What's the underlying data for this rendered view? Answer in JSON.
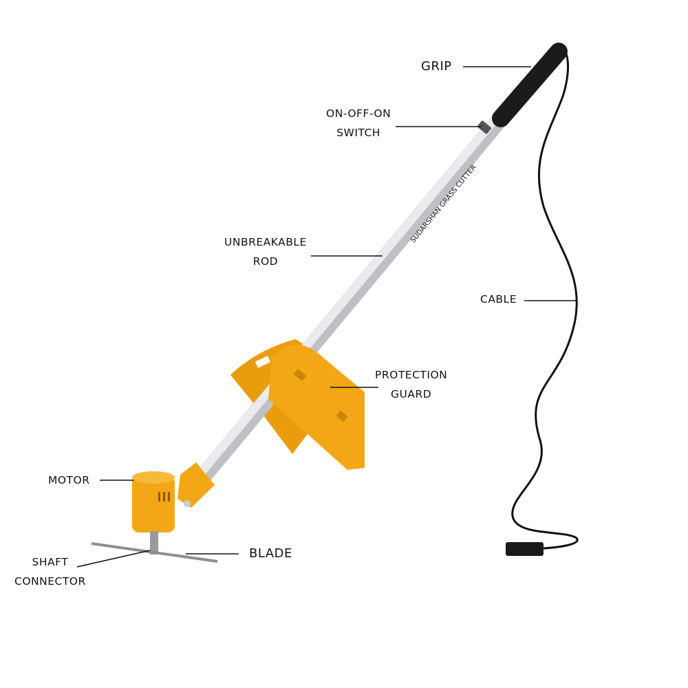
{
  "product_text": "SUDARSHAN GRASS CUTTER",
  "labels": {
    "grip": "GRIP",
    "switch_line1": "ON-OFF-ON",
    "switch_line2": "SWITCH",
    "rod_line1": "UNBREAKABLE",
    "rod_line2": "ROD",
    "cable": "CABLE",
    "guard_line1": "PROTECTION",
    "guard_line2": "GUARD",
    "motor": "MOTOR",
    "blade": "BLADE",
    "shaft_line1": "SHAFT",
    "shaft_line2": "CONNECTOR"
  },
  "colors": {
    "yellow": "#f2a814",
    "rod": "#d9d9dc",
    "grip": "#1b1b1b"
  }
}
